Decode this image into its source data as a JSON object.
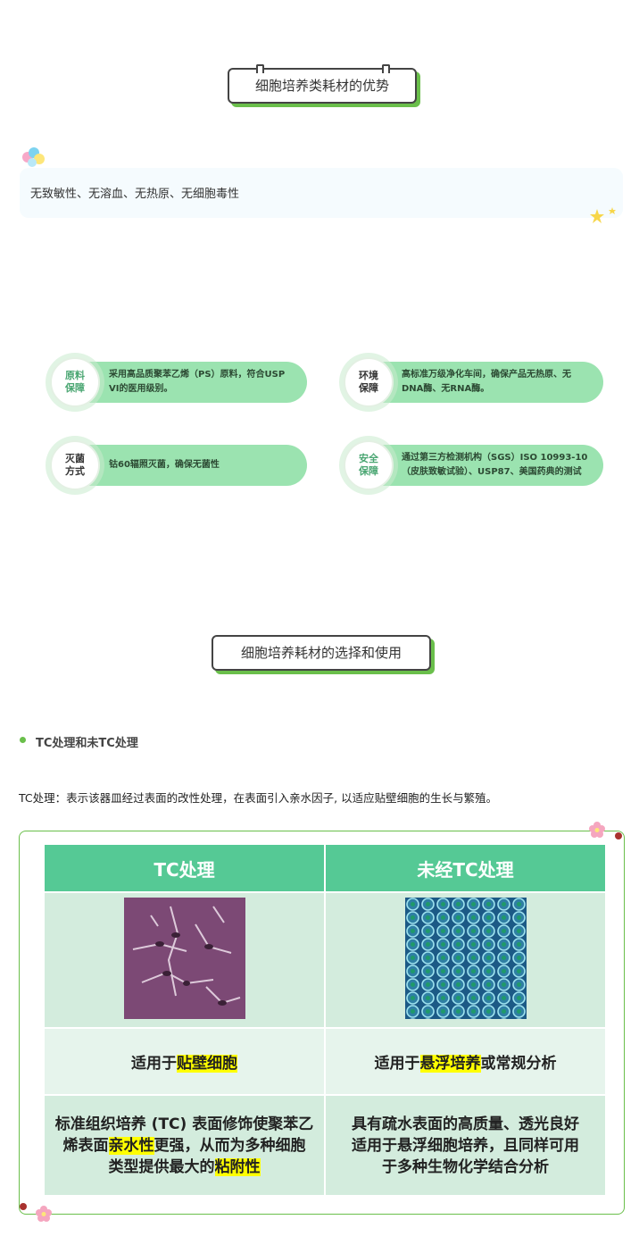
{
  "section1": {
    "title": "细胞培养类耗材的优势"
  },
  "intro": {
    "text": "无致敏性、无溶血、无热原、无细胞毒性"
  },
  "features": [
    {
      "label": "原料\n保障",
      "text": "采用高品质聚苯乙烯（PS）原料，符合USP VI的医用级别。",
      "color": "#8fd3b0"
    },
    {
      "label": "环境\n保障",
      "text": "高标准万级净化车间，确保产品无热原、无DNA酶、无RNA酶。",
      "color": "#b9dcbf"
    },
    {
      "label": "灭菌\n方式",
      "text": "钴60辐照灭菌，确保无菌性",
      "color": "#ffffff"
    },
    {
      "label": "安全\n保障",
      "text": "通过第三方检测机构（SGS）ISO 10993-10（皮肤致敏试验）、USP87、美国药典的测试",
      "color": "#8fd3b0"
    }
  ],
  "section2": {
    "title": "细胞培养耗材的选择和使用"
  },
  "bullet": {
    "text": "TC处理和未TC处理"
  },
  "tc_desc": "TC处理：表示该器皿经过表面的改性处理，在表面引入亲水因子, 以适应贴壁细胞的生长与繁殖。",
  "table": {
    "headers": [
      "TC处理",
      "未经TC处理"
    ],
    "use": {
      "left": {
        "pre": "适用于",
        "hl": "贴壁细胞",
        "post": ""
      },
      "right": {
        "pre": "适用于",
        "hl": "悬浮培养",
        "post": "或常规分析"
      }
    },
    "desc": {
      "left": {
        "l1": "标准组织培养 (TC) 表面修饰使聚苯乙",
        "l2a": "烯表面",
        "l2hl": "亲水性",
        "l2b": "更强，从而为多种细胞",
        "l3a": "类型提供最大的",
        "l3hl": "粘附性"
      },
      "right": {
        "l1": "具有疏水表面的高质量、透光良好",
        "l2": "适用于悬浮细胞培养，且同样可用",
        "l3": "于多种生物化学结合分析"
      }
    }
  }
}
